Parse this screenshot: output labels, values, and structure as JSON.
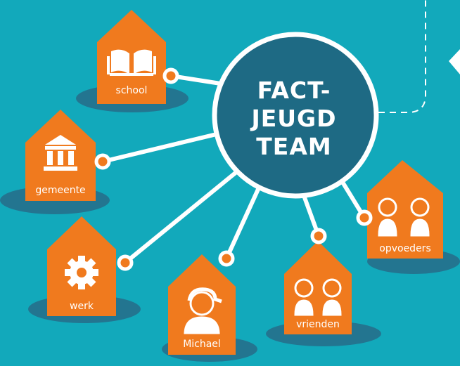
{
  "center": {
    "lines": [
      "FACT-",
      "JEUGD",
      "TEAM"
    ]
  },
  "houses": [
    {
      "label": "school",
      "icon": "book-icon"
    },
    {
      "label": "gemeente",
      "icon": "town-hall-icon"
    },
    {
      "label": "werk",
      "icon": "gear-icon"
    },
    {
      "label": "Michael",
      "icon": "boy-with-cap-icon"
    },
    {
      "label": "vrienden",
      "icon": "two-friends-icon"
    },
    {
      "label": "opvoeders",
      "icon": "parents-icon"
    }
  ],
  "colors": {
    "background": "#12a9bb",
    "house": "#f07a1e",
    "circle": "#1e6a84",
    "shadow": "#237590",
    "line": "#ffffff"
  }
}
